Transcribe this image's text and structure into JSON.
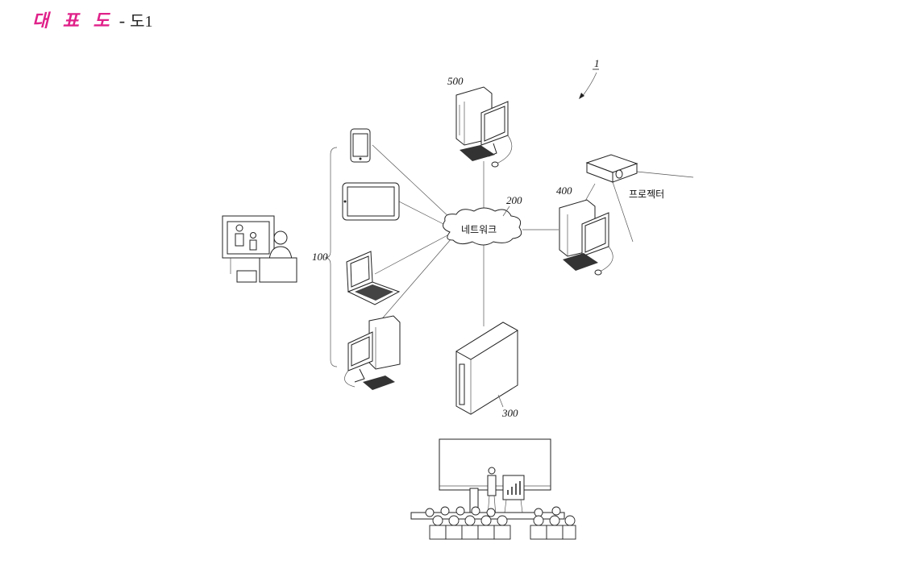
{
  "header": {
    "title": "대 표 도",
    "separator": "-",
    "figure": "도1"
  },
  "labels": {
    "system": "1",
    "terminal_group": "100",
    "network_ref": "200",
    "network": "네트워크",
    "server": "300",
    "presenter_pc": "400",
    "projector": "프로젝터",
    "admin_pc": "500"
  },
  "icons": {
    "smartphone": "smartphone-icon",
    "tablet": "tablet-icon",
    "laptop": "laptop-icon",
    "desktop": "desktop-computer-icon",
    "server": "server-tower-icon",
    "projector": "projector-icon",
    "lecturer": "lecturer-icon",
    "classroom": "classroom-audience-icon",
    "cloud": "cloud-icon"
  },
  "colors": {
    "header_accent": "#e0218a",
    "line": "#555555"
  }
}
